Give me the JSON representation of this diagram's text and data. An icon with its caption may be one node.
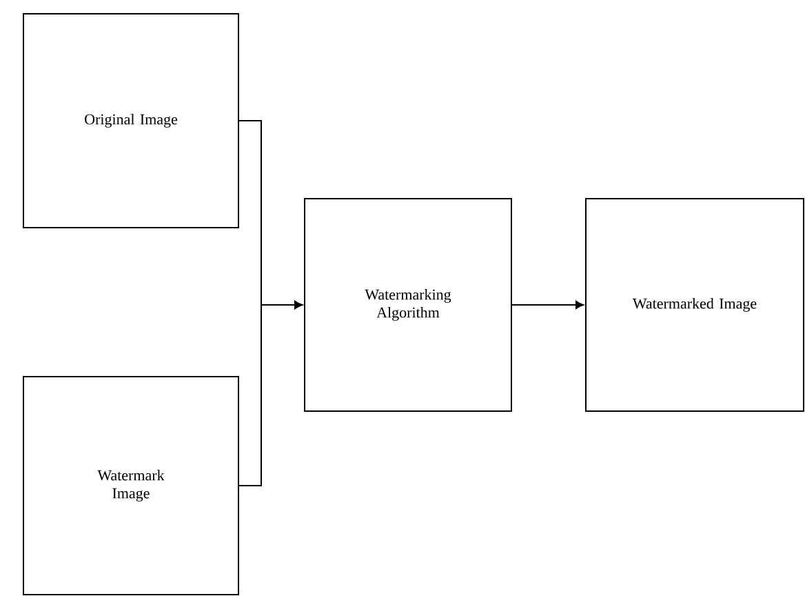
{
  "diagram": {
    "nodes": [
      {
        "text": [
          "Original Image"
        ]
      },
      {
        "text": [
          "Watermark Image"
        ]
      },
      {
        "text": [
          "Watermarking Algorithm"
        ]
      },
      {
        "text": [
          "Watermarked Image"
        ]
      }
    ],
    "edges": [
      {
        "from": 0,
        "to": 2,
        "arrow": "to"
      },
      {
        "from": 1,
        "to": 2,
        "arrow": "to"
      },
      {
        "from": 2,
        "to": 3,
        "arrow": "to"
      }
    ]
  }
}
